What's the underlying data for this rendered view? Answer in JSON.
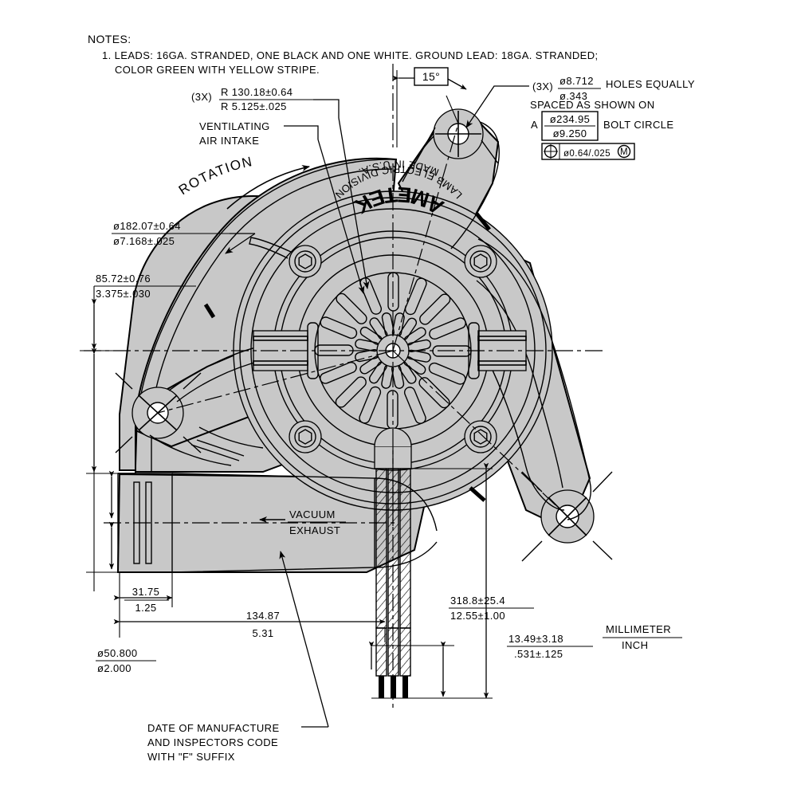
{
  "drawing": {
    "title": "Vacuum Motor Assembly Engineering Drawing",
    "notes_heading": "NOTES:",
    "note_1_line_1": "1. LEADS: 16GA. STRANDED, ONE BLACK AND ONE WHITE. GROUND LEAD: 18GA. STRANDED;",
    "note_1_line_2": "COLOR GREEN WITH YELLOW STRIPE."
  },
  "labels": {
    "ventilating_1": "VENTILATING",
    "ventilating_2": "AIR INTAKE",
    "rotation": "ROTATION",
    "vacuum": "VACUUM",
    "exhaust": "EXHAUST",
    "date_1": "DATE OF MANUFACTURE",
    "date_2": "AND INSPECTORS CODE",
    "date_3": "WITH \"F\" SUFFIX",
    "unit_top": "MILLIMETER",
    "unit_bottom": "INCH",
    "holes_1": "HOLES EQUALLY",
    "holes_2": "SPACED AS SHOWN ON",
    "holes_3": "BOLT CIRCLE",
    "datum_a": "A",
    "qty_3x_left": "(3X)",
    "qty_3x_right": "(3X)"
  },
  "nameplate": {
    "brand": "AMETEK",
    "division": "LAMB ELECTRIC DIVISION",
    "origin": "MADE IN U.S.A."
  },
  "dimensions": {
    "radius_mm": "R 130.18±0.64",
    "radius_in": "R 5.125±.025",
    "angle": "15°",
    "hole_dia_mm": "ø8.712",
    "hole_dia_in": "ø.343",
    "bolt_circle_mm": "ø234.95",
    "bolt_circle_in": "ø9.250",
    "tolerance_frame": "ø0.64/.025",
    "tolerance_modifier": "M",
    "housing_dia_mm": "ø182.07±0.64",
    "housing_dia_in": "ø7.168±.025",
    "height_mm": "85.72±0.76",
    "height_in": "3.375±.030",
    "port_width_mm": "31.75",
    "port_width_in": "1.25",
    "port_length_mm": "134.87",
    "port_length_in": "5.31",
    "lead_length_mm": "318.8±25.4",
    "lead_length_in": "12.55±1.00",
    "strip_mm": "13.49±3.18",
    "strip_in": ".531±.125",
    "port_dia_mm": "ø50.800",
    "port_dia_in": "ø2.000"
  },
  "colors": {
    "body": "#c8c8c8",
    "line": "#000000",
    "background": "#ffffff"
  }
}
